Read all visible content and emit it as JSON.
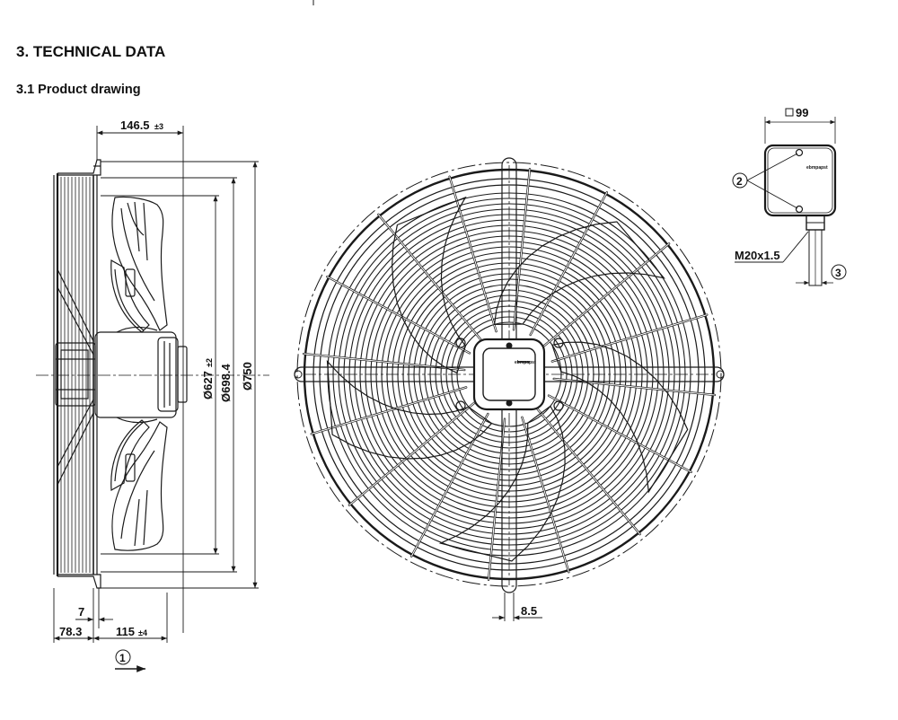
{
  "header": {
    "section_title": "3. TECHNICAL DATA",
    "subsection_title": "3.1 Product drawing"
  },
  "side_view": {
    "dim_depth": "146.5",
    "dim_depth_tol": "±3",
    "dim_dia_inner": "Ø627",
    "dim_dia_inner_tol": "±2",
    "dim_dia_mid": "Ø698.4",
    "dim_dia_outer": "Ø750",
    "dim_7": "7",
    "dim_78": "78.3",
    "dim_115": "115",
    "dim_115_tol": "±4",
    "callout_1": "1"
  },
  "front_view": {
    "dim_8_5": "8.5"
  },
  "terminal_box": {
    "dim_99": "99",
    "callout_2": "2",
    "gland_label": "M20x1.5",
    "callout_3": "3",
    "brand_mark": "ebmpapst"
  },
  "colors": {
    "line": "#1a1a1a",
    "background": "#ffffff"
  }
}
